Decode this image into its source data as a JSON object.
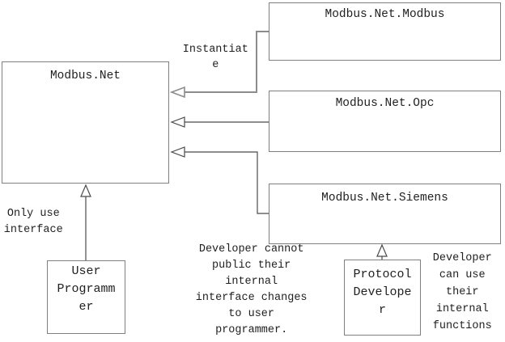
{
  "diagram": {
    "boxes": {
      "modbus_net": {
        "label": "Modbus.Net"
      },
      "modbus_net_modbus": {
        "label": "Modbus.Net.Modbus"
      },
      "modbus_net_opc": {
        "label": "Modbus.Net.Opc"
      },
      "modbus_net_siemens": {
        "label": "Modbus.Net.Siemens"
      },
      "user_programmer": {
        "label": "User Programmer"
      },
      "protocol_developer": {
        "label": "Protocol Developer"
      }
    },
    "annotations": {
      "instantiate": {
        "text": "Instantiate"
      },
      "only_use_interface": {
        "text": "Only use interface"
      },
      "developer_cannot": {
        "text": "Developer cannot public their internal interface changes to user programmer."
      },
      "developer_can": {
        "text": "Developer can use their internal functions"
      }
    },
    "connectors": [
      {
        "from": "Modbus.Net.Modbus",
        "to": "Modbus.Net",
        "kind": "open-arrow",
        "label": "Instantiate"
      },
      {
        "from": "Modbus.Net.Opc",
        "to": "Modbus.Net",
        "kind": "open-arrow",
        "label": ""
      },
      {
        "from": "Modbus.Net.Siemens",
        "to": "Modbus.Net",
        "kind": "open-arrow",
        "label": ""
      },
      {
        "from": "User Programmer",
        "to": "Modbus.Net",
        "kind": "generalization",
        "label": "Only use interface"
      },
      {
        "from": "Protocol Developer",
        "to": "Modbus.Net.Siemens",
        "kind": "generalization",
        "label": "Developer can use their internal functions"
      }
    ],
    "colors": {
      "background": "#ffffff",
      "box_border": "#7f7f7f",
      "text": "#1f1f1f",
      "connector": "#4a4a4a",
      "instantiate_connector": "#8c8c8c"
    }
  }
}
